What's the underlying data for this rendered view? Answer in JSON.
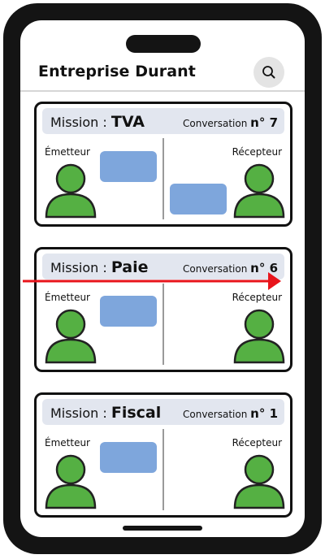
{
  "app": {
    "title": "Entreprise Durant",
    "search_icon": "search-icon"
  },
  "labels": {
    "emitter": "Émetteur",
    "receiver": "Récepteur",
    "mission_prefix": "Mission : ",
    "conversation_prefix": "Conversation ",
    "number_prefix": "n° "
  },
  "cards": [
    {
      "mission": "TVA",
      "conversation_number": "7",
      "emitter_message": true,
      "receiver_message": true
    },
    {
      "mission": "Paie",
      "conversation_number": "6",
      "emitter_message": true,
      "receiver_message": false
    },
    {
      "mission": "Fiscal",
      "conversation_number": "1",
      "emitter_message": true,
      "receiver_message": false
    }
  ],
  "colors": {
    "phone_frame": "#141414",
    "card_header": "#e2e6ef",
    "avatar_fill": "#55b043",
    "bubble": "#7ea6dc",
    "arrow": "#e8141b"
  }
}
